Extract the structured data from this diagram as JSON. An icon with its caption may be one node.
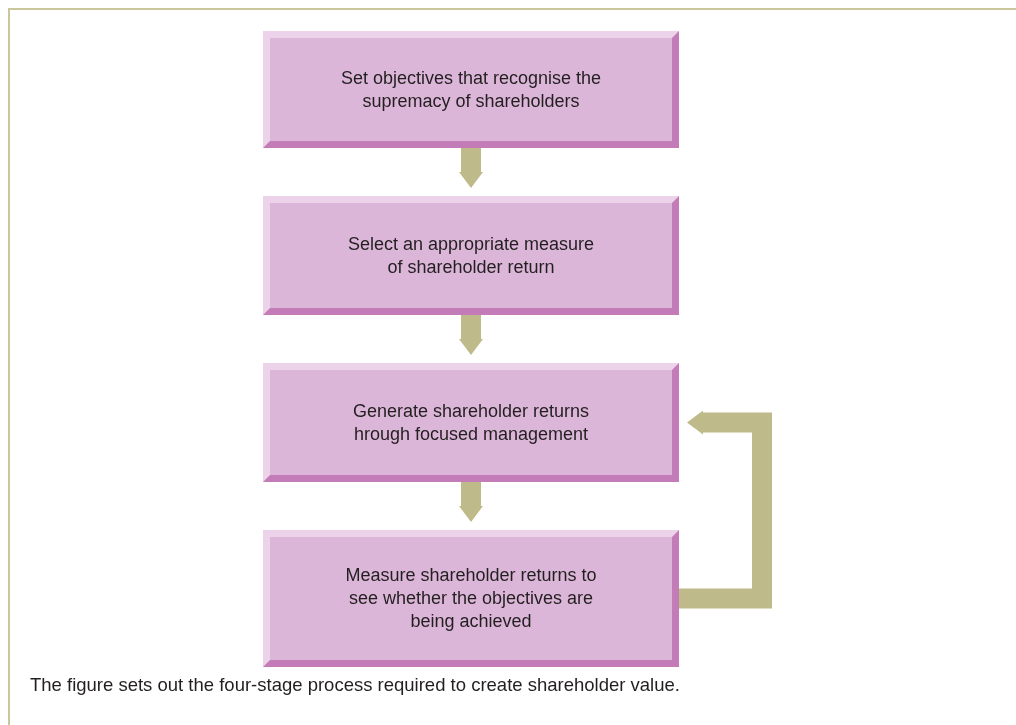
{
  "diagram": {
    "caption": "The figure sets out the four-stage process required to create shareholder value.",
    "nodes": [
      {
        "text": [
          "Set objectives that recognise the supremacy of shareholders"
        ]
      },
      {
        "text": [
          "Select an appropriate measure of shareholder return"
        ]
      },
      {
        "text": [
          "Generate shareholder returns hrough focused management"
        ]
      },
      {
        "text": [
          "Measure shareholder returns to see whether the objectives are being achieved"
        ]
      }
    ],
    "edges": [
      {
        "from": 0,
        "to": 1,
        "arrow": "to"
      },
      {
        "from": 1,
        "to": 2,
        "arrow": "to"
      },
      {
        "from": 2,
        "to": 3,
        "arrow": "to"
      },
      {
        "from": 3,
        "to": 2,
        "arrow": "to"
      }
    ]
  }
}
